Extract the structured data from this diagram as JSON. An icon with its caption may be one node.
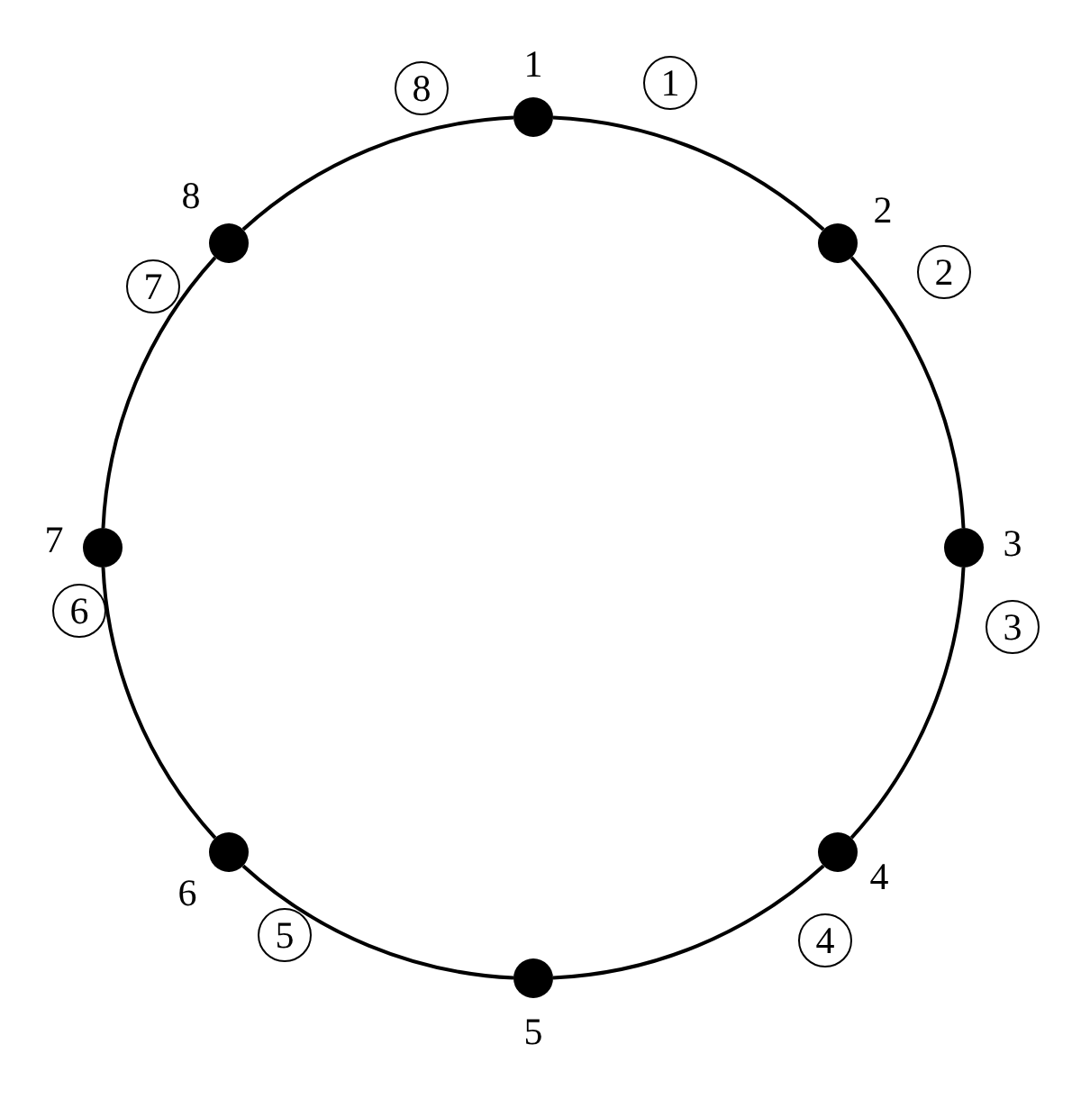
{
  "diagram": {
    "nodes": [
      {
        "text": [],
        "shape": "circle",
        "beside": [
          "1"
        ]
      },
      {
        "text": [],
        "shape": "circle",
        "beside": [
          "2"
        ]
      },
      {
        "text": [],
        "shape": "circle",
        "beside": [
          "3"
        ]
      },
      {
        "text": [],
        "shape": "circle",
        "beside": [
          "4"
        ]
      },
      {
        "text": [],
        "shape": "circle",
        "beside": [
          "5"
        ]
      },
      {
        "text": [],
        "shape": "circle",
        "beside": [
          "6"
        ]
      },
      {
        "text": [],
        "shape": "circle",
        "beside": [
          "7"
        ]
      },
      {
        "text": [],
        "shape": "circle",
        "beside": [
          "8"
        ]
      }
    ],
    "edges": [
      {
        "from": 0,
        "to": 1,
        "arrow": "none",
        "label": "1"
      },
      {
        "from": 1,
        "to": 2,
        "arrow": "none",
        "label": "2"
      },
      {
        "from": 2,
        "to": 3,
        "arrow": "none",
        "label": "3"
      },
      {
        "from": 3,
        "to": 4,
        "arrow": "none",
        "label": "4"
      },
      {
        "from": 4,
        "to": 5,
        "arrow": "none",
        "label": "5"
      },
      {
        "from": 5,
        "to": 6,
        "arrow": "none",
        "label": "6"
      },
      {
        "from": 6,
        "to": 7,
        "arrow": "none",
        "label": "7"
      },
      {
        "from": 7,
        "to": 0,
        "arrow": "none",
        "label": "8"
      }
    ]
  }
}
